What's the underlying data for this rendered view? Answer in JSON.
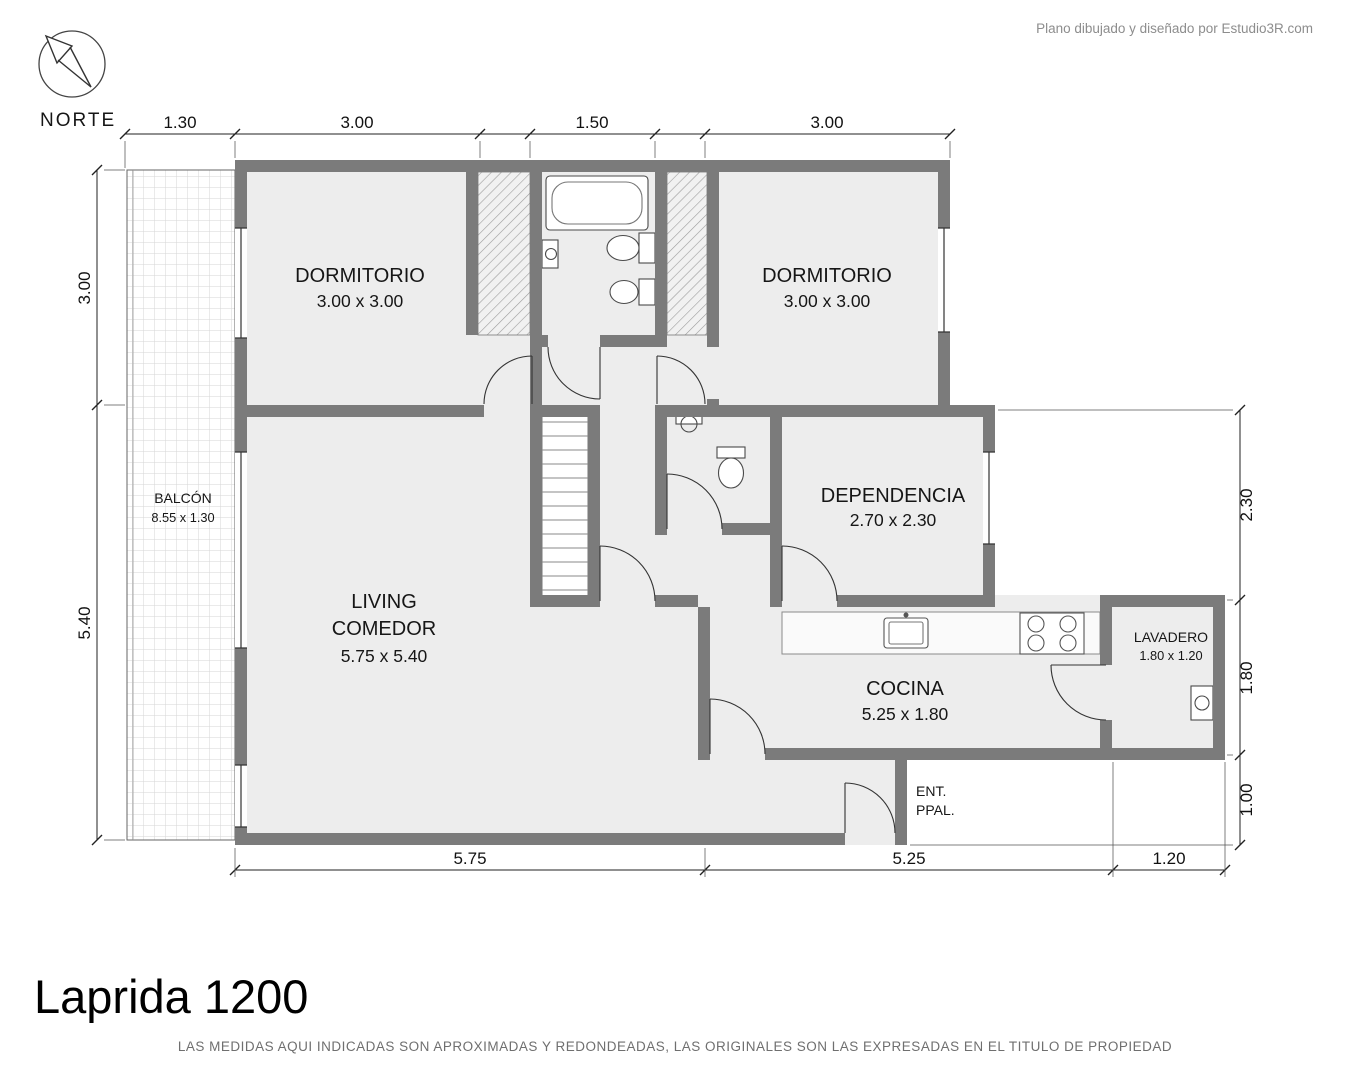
{
  "header": {
    "credit": "Plano dibujado y diseñado por Estudio3R.com"
  },
  "north": {
    "label": "NORTE"
  },
  "rooms": {
    "dormitorio1": {
      "name": "DORMITORIO",
      "size": "3.00 x 3.00"
    },
    "dormitorio2": {
      "name": "DORMITORIO",
      "size": "3.00 x 3.00"
    },
    "balcon": {
      "name": "BALCÓN",
      "size": "8.55 x 1.30"
    },
    "living": {
      "line1": "LIVING",
      "line2": "COMEDOR",
      "size": "5.75 x 5.40"
    },
    "dependencia": {
      "name": "DEPENDENCIA",
      "size": "2.70 x 2.30"
    },
    "cocina": {
      "name": "COCINA",
      "size": "5.25 x 1.80"
    },
    "lavadero": {
      "name": "LAVADERO",
      "size": "1.80 x 1.20"
    },
    "entrada": {
      "line1": "ENT.",
      "line2": "PPAL."
    }
  },
  "dimensions": {
    "top": [
      "1.30",
      "3.00",
      "1.50",
      "3.00"
    ],
    "left": [
      "3.00",
      "5.40"
    ],
    "right": [
      "2.30",
      "1.80",
      "1.00"
    ],
    "bottom": [
      "5.75",
      "5.25",
      "1.20"
    ]
  },
  "footer": {
    "title": "Laprida 1200",
    "disclaimer": "LAS MEDIDAS AQUI INDICADAS SON APROXIMADAS Y REDONDEADAS, LAS ORIGINALES SON LAS EXPRESADAS EN EL TITULO DE PROPIEDAD"
  },
  "colors": {
    "wall": "#7b7b7b",
    "room_fill": "#ededed",
    "line": "#1a1a1a"
  }
}
